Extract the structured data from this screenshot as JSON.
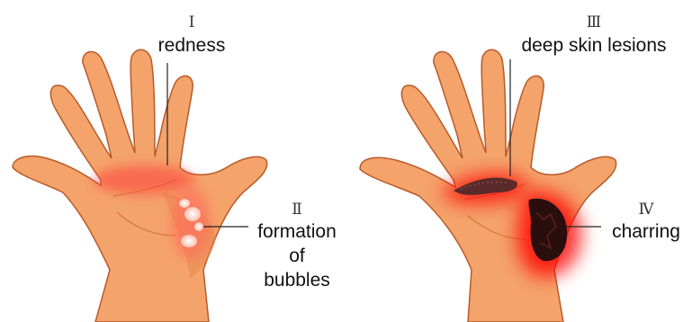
{
  "colors": {
    "skin": "#f4a36a",
    "skin_shadow": "#e07f45",
    "skin_outline": "#b85a2a",
    "redness": "#ff3b3b",
    "blister": "#ffe0d6",
    "lesion_glow": "#ff0000",
    "lesion_core": "#5a2a2a",
    "char": "#2a0e0e",
    "leader_line": "#222222"
  },
  "hands": {
    "left": {
      "degree_1": {
        "numeral": "Ⅰ",
        "label": "redness"
      },
      "degree_2": {
        "numeral": "Ⅱ",
        "label_lines": [
          "formation",
          "of",
          "bubbles"
        ]
      }
    },
    "right": {
      "degree_3": {
        "numeral": "Ⅲ",
        "label": "deep skin lesions"
      },
      "degree_4": {
        "numeral": "Ⅳ",
        "label": "charring"
      }
    }
  }
}
